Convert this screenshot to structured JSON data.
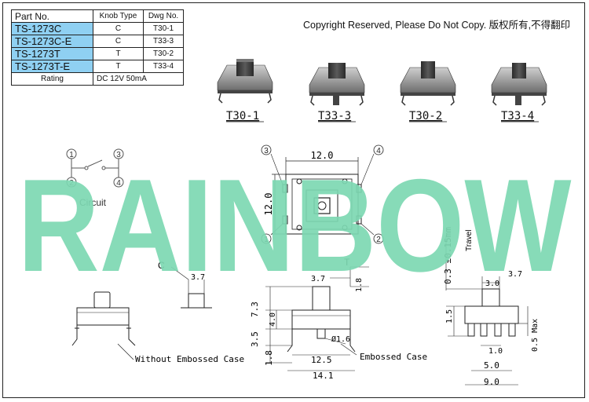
{
  "table": {
    "headers": [
      "Part No.",
      "Knob Type",
      "Dwg No."
    ],
    "rows": [
      {
        "part": "TS-1273C",
        "knob": "C",
        "dwg": "T30-1"
      },
      {
        "part": "TS-1273C-E",
        "knob": "C",
        "dwg": "T33-3"
      },
      {
        "part": "TS-1273T",
        "knob": "T",
        "dwg": "T30-2"
      },
      {
        "part": "TS-1273T-E",
        "knob": "T",
        "dwg": "T33-4"
      }
    ],
    "rating_label": "Rating",
    "rating_value": "DC 12V 50mA"
  },
  "copyright": "Copyright Reserved, Please Do Not Copy. 版权所有,不得翻印",
  "watermark": "RAINBOW",
  "colors": {
    "watermark": "#7dd8b2",
    "highlight": "#8fd0f2"
  },
  "products": [
    "T30-1",
    "T33-3",
    "T30-2",
    "T33-4"
  ],
  "circuit": {
    "label": "Circuit",
    "pins": [
      "1",
      "2",
      "3",
      "4"
    ]
  },
  "footprint": {
    "width": "12.0",
    "height": "12.0",
    "pins": [
      "3",
      "4",
      "1",
      "2"
    ]
  },
  "side_view_labels": {
    "knob_c": "C",
    "knob_t": "T",
    "dim_37": "3.7",
    "dim_18_top": "1.8",
    "dim_73": "7.3",
    "dim_40": "4.0",
    "dim_35": "3.5",
    "dim_18": "1.8",
    "dim_phi16": "Ø1.6",
    "dim_125": "12.5",
    "dim_141": "14.1",
    "without_case": "Without Embossed Case",
    "embossed_case": "Embossed Case"
  },
  "front_view_labels": {
    "travel": "0.3 ±0.15mm",
    "travel_word": "Travel",
    "dim_30": "3.0",
    "dim_37": "3.7",
    "dim_15": "1.5",
    "dim_10": "1.0",
    "dim_50": "5.0",
    "dim_90": "9.0",
    "dim_05max": "0.5 Max"
  }
}
